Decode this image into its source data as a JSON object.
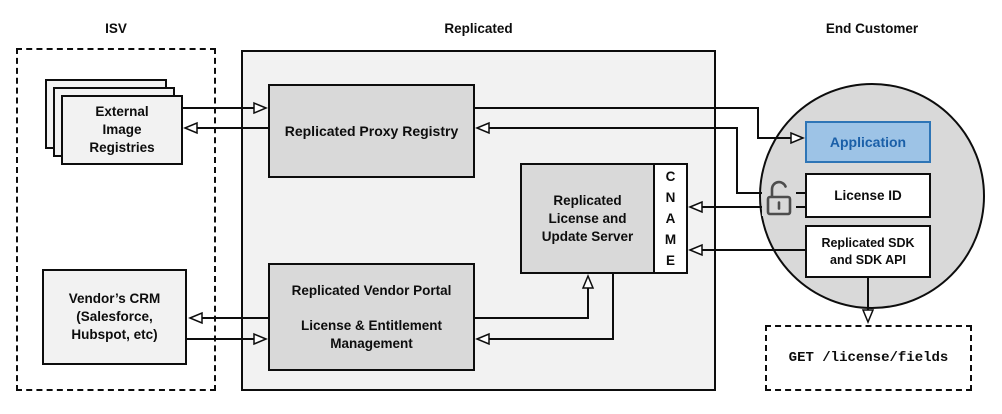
{
  "titles": {
    "isv": "ISV",
    "replicated": "Replicated",
    "end_customer": "End Customer"
  },
  "nodes": {
    "external_registries": {
      "lines": [
        "External",
        "Image",
        "Registries"
      ]
    },
    "vendor_crm": {
      "lines": [
        "Vendor’s CRM",
        "(Salesforce,",
        "Hubspot, etc)"
      ]
    },
    "proxy_registry": {
      "label": "Replicated Proxy Registry"
    },
    "license_update_server": {
      "lines": [
        "Replicated",
        "License and",
        "Update Server"
      ]
    },
    "cname": {
      "letters": [
        "C",
        "N",
        "A",
        "M",
        "E"
      ]
    },
    "vendor_portal": {
      "title": "Replicated Vendor Portal",
      "subtitle_lines": [
        "License & Entitlement",
        "Management"
      ]
    },
    "application": {
      "label": "Application"
    },
    "license_id": {
      "label": "License ID"
    },
    "replicated_sdk": {
      "lines": [
        "Replicated SDK",
        "and SDK API"
      ]
    },
    "get_endpoint": {
      "label": "GET /license/fields"
    }
  },
  "icons": {
    "lock": "open-padlock-icon"
  },
  "colors": {
    "container_fill": "#f2f2f2",
    "box_fill": "#d9d9d9",
    "application_fill": "#9dc3e6",
    "application_border": "#2e75b6",
    "application_text": "#1a5fa8",
    "line": "#0d0d0d",
    "lock_icon": "#4d4d4d"
  },
  "edges": [
    {
      "from": "external-image-registries",
      "to": "replicated-proxy-registry"
    },
    {
      "from": "replicated-proxy-registry",
      "to": "external-image-registries"
    },
    {
      "from": "replicated-proxy-registry",
      "to": "application"
    },
    {
      "from": "license-id",
      "to": "replicated-proxy-registry"
    },
    {
      "from": "license-id",
      "to": "cname"
    },
    {
      "from": "replicated-sdk",
      "to": "cname"
    },
    {
      "from": "replicated-vendor-portal",
      "to": "vendors-crm"
    },
    {
      "from": "vendors-crm",
      "to": "replicated-vendor-portal"
    },
    {
      "from": "replicated-vendor-portal",
      "to": "license-update-server"
    },
    {
      "from": "license-update-server",
      "to": "replicated-vendor-portal"
    },
    {
      "from": "replicated-sdk",
      "to": "get-license-fields"
    }
  ]
}
